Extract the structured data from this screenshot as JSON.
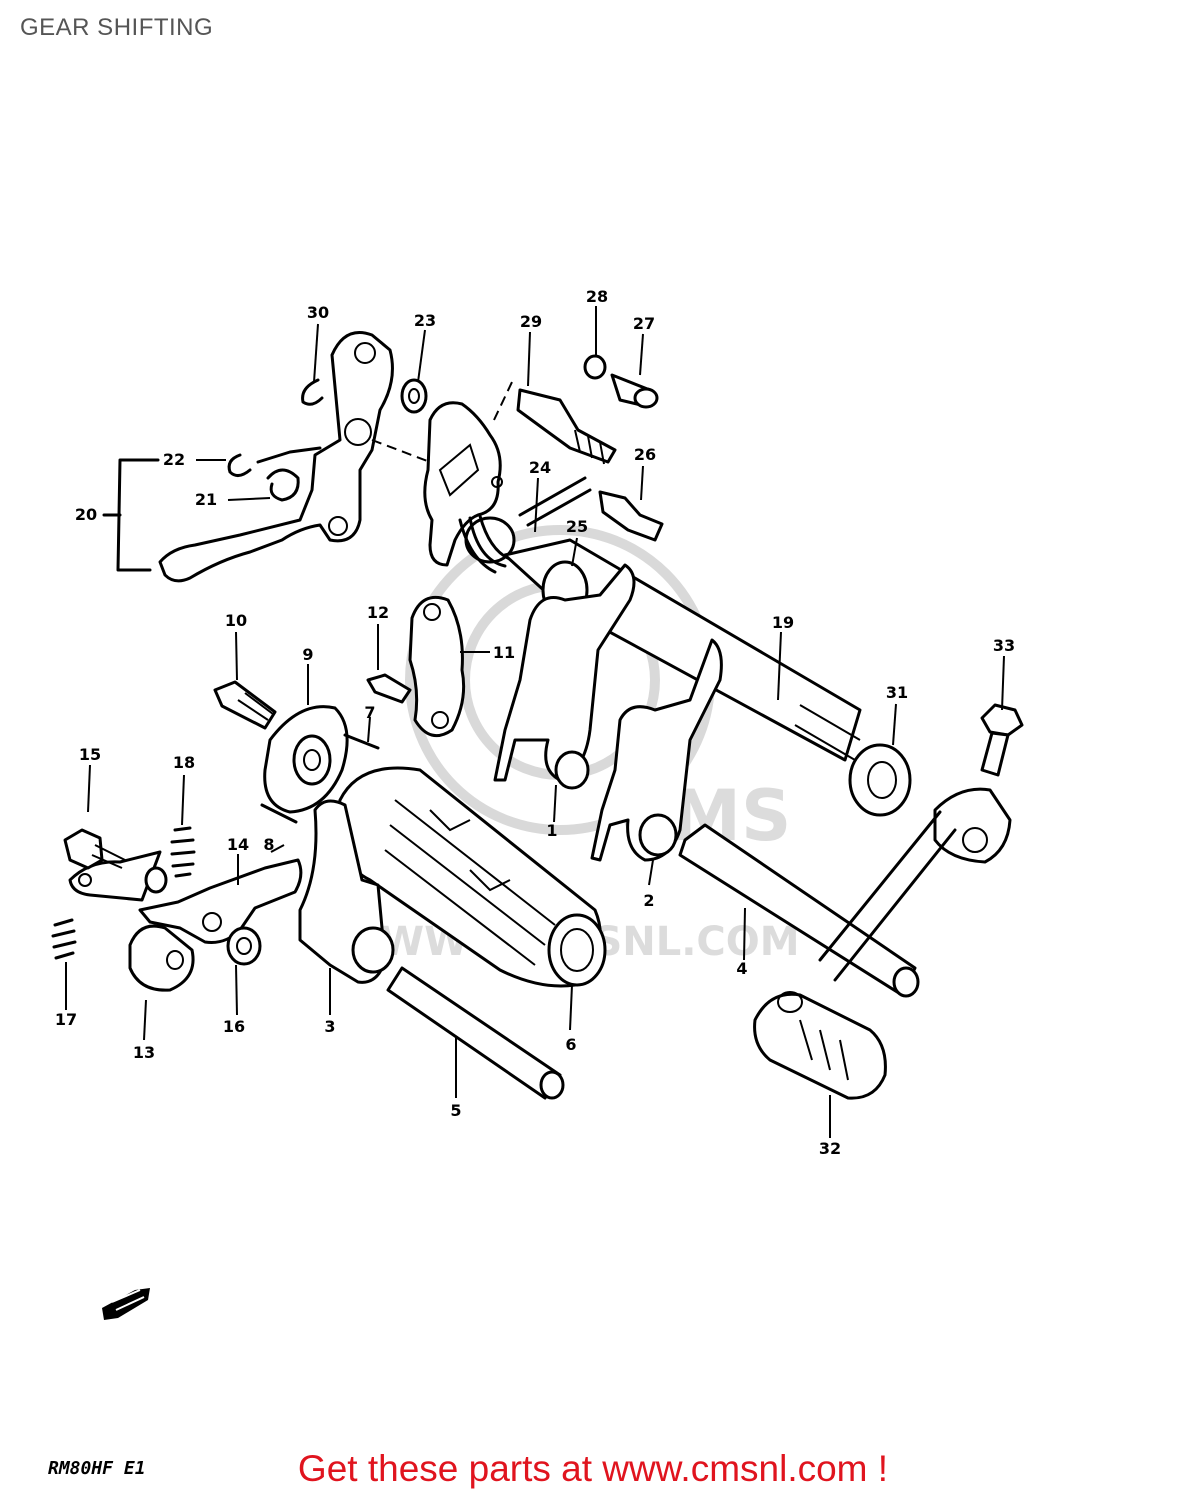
{
  "title": "GEAR SHIFTING",
  "footer": {
    "model_code": "RM80HF E1",
    "cta": "Get these parts at www.cmsnl.com !"
  },
  "watermark": {
    "text": "WWW.CMSNL.COM",
    "brand": "CMS"
  },
  "callouts": [
    "1",
    "2",
    "3",
    "4",
    "5",
    "6",
    "7",
    "8",
    "9",
    "10",
    "11",
    "12",
    "13",
    "14",
    "15",
    "16",
    "17",
    "18",
    "19",
    "20",
    "21",
    "22",
    "23",
    "24",
    "25",
    "26",
    "27",
    "28",
    "29",
    "30",
    "31",
    "32",
    "33"
  ],
  "colors": {
    "cta": "#e0141e",
    "title": "#555555"
  }
}
